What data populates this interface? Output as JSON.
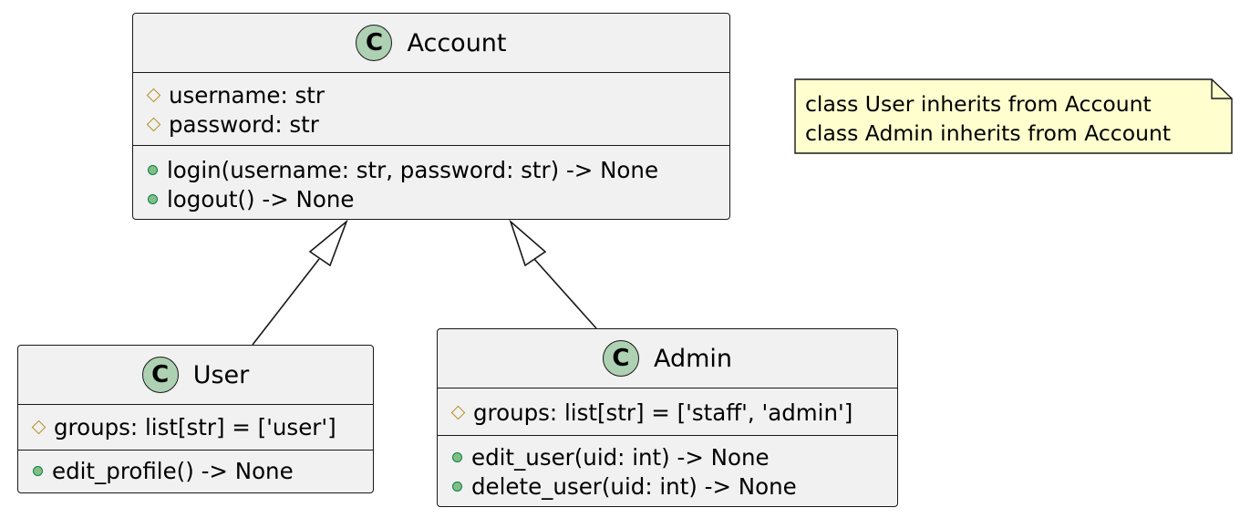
{
  "colors": {
    "class_background": "#f1f1f1",
    "class_border": "#181818",
    "class_badge": "#add1b2",
    "protected_marker": "#b38d22",
    "public_marker": "#84be84",
    "note_background": "#fefece"
  },
  "classes": {
    "account": {
      "badge": "C",
      "name": "Account",
      "attributes": [
        {
          "visibility": "protected",
          "text": "username: str"
        },
        {
          "visibility": "protected",
          "text": "password: str"
        }
      ],
      "methods": [
        {
          "visibility": "public",
          "text": "login(username: str, password: str) -> None"
        },
        {
          "visibility": "public",
          "text": "logout() -> None"
        }
      ]
    },
    "user": {
      "badge": "C",
      "name": "User",
      "attributes": [
        {
          "visibility": "protected",
          "text": "groups: list[str] = ['user']"
        }
      ],
      "methods": [
        {
          "visibility": "public",
          "text": "edit_profile() -> None"
        }
      ]
    },
    "admin": {
      "badge": "C",
      "name": "Admin",
      "attributes": [
        {
          "visibility": "protected",
          "text": "groups: list[str] = ['staff', 'admin']"
        }
      ],
      "methods": [
        {
          "visibility": "public",
          "text": "edit_user(uid: int) -> None"
        },
        {
          "visibility": "public",
          "text": "delete_user(uid: int) -> None"
        }
      ]
    }
  },
  "relations": [
    {
      "type": "inheritance",
      "from": "User",
      "to": "Account"
    },
    {
      "type": "inheritance",
      "from": "Admin",
      "to": "Account"
    }
  ],
  "note": {
    "lines": [
      "class User inherits from Account",
      "class Admin inherits from Account"
    ]
  }
}
